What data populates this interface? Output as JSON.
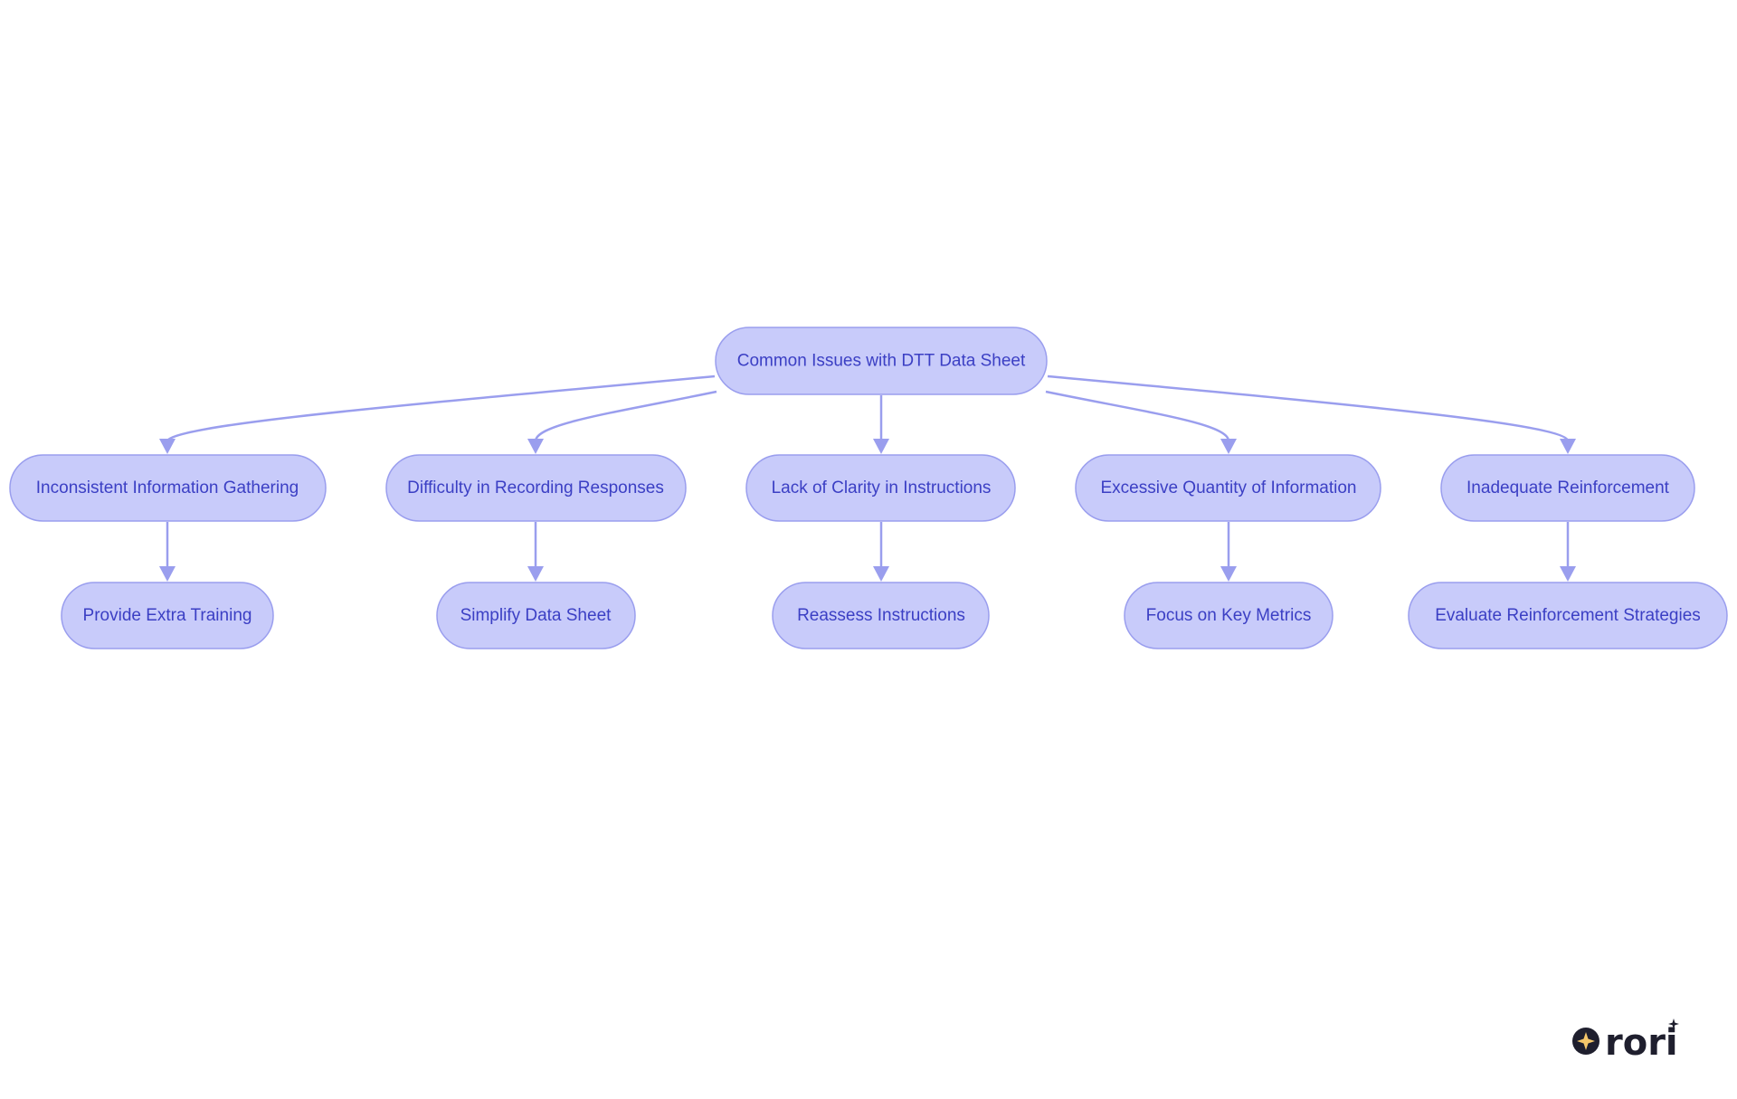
{
  "diagram": {
    "root": {
      "id": "root",
      "label": "Common Issues with DTT Data Sheet"
    },
    "issues": [
      {
        "id": "issue-1",
        "label": "Inconsistent Information Gathering",
        "solution": "Provide Extra Training"
      },
      {
        "id": "issue-2",
        "label": "Difficulty in Recording Responses",
        "solution": "Simplify Data Sheet"
      },
      {
        "id": "issue-3",
        "label": "Lack of Clarity in Instructions",
        "solution": "Reassess Instructions"
      },
      {
        "id": "issue-4",
        "label": "Excessive Quantity of Information",
        "solution": "Focus on Key Metrics"
      },
      {
        "id": "issue-5",
        "label": "Inadequate Reinforcement",
        "solution": "Evaluate Reinforcement Strategies"
      }
    ]
  },
  "colors": {
    "node_fill": "#c8cbfa",
    "node_stroke": "#9a9eee",
    "text": "#3b3fc4",
    "edge": "#9a9eee"
  },
  "logo": {
    "text": "rori",
    "icon": "sparkle-icon"
  }
}
